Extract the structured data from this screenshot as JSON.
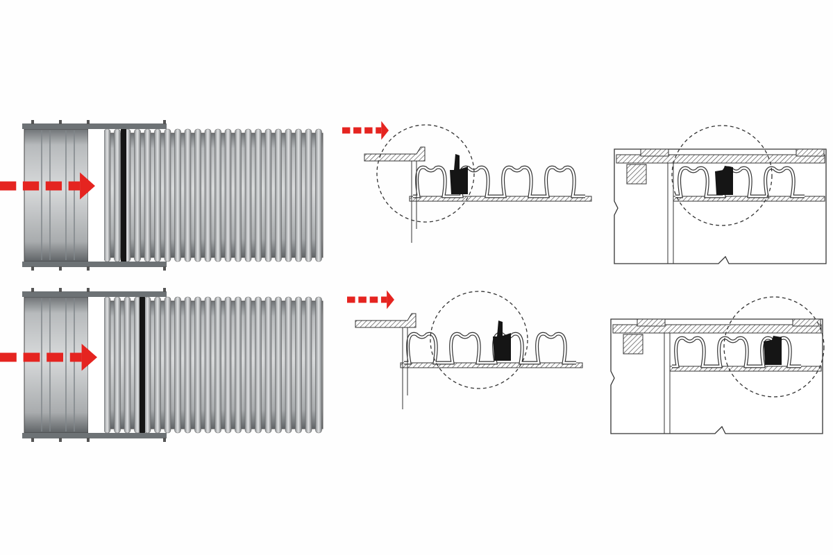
{
  "diagram": {
    "subject": "corrugated-pipe-socket-joint",
    "rows": [
      {
        "id": "insertion-start",
        "seal_position": "first-corrugation"
      },
      {
        "id": "insertion-complete",
        "seal_position": "third-corrugation"
      }
    ]
  },
  "colors": {
    "arrow": "#e52420",
    "pipe_light": "#c9ccce",
    "pipe_dark": "#7d8184",
    "seal": "#151515",
    "line": "#333333",
    "hatch": "#555555"
  }
}
